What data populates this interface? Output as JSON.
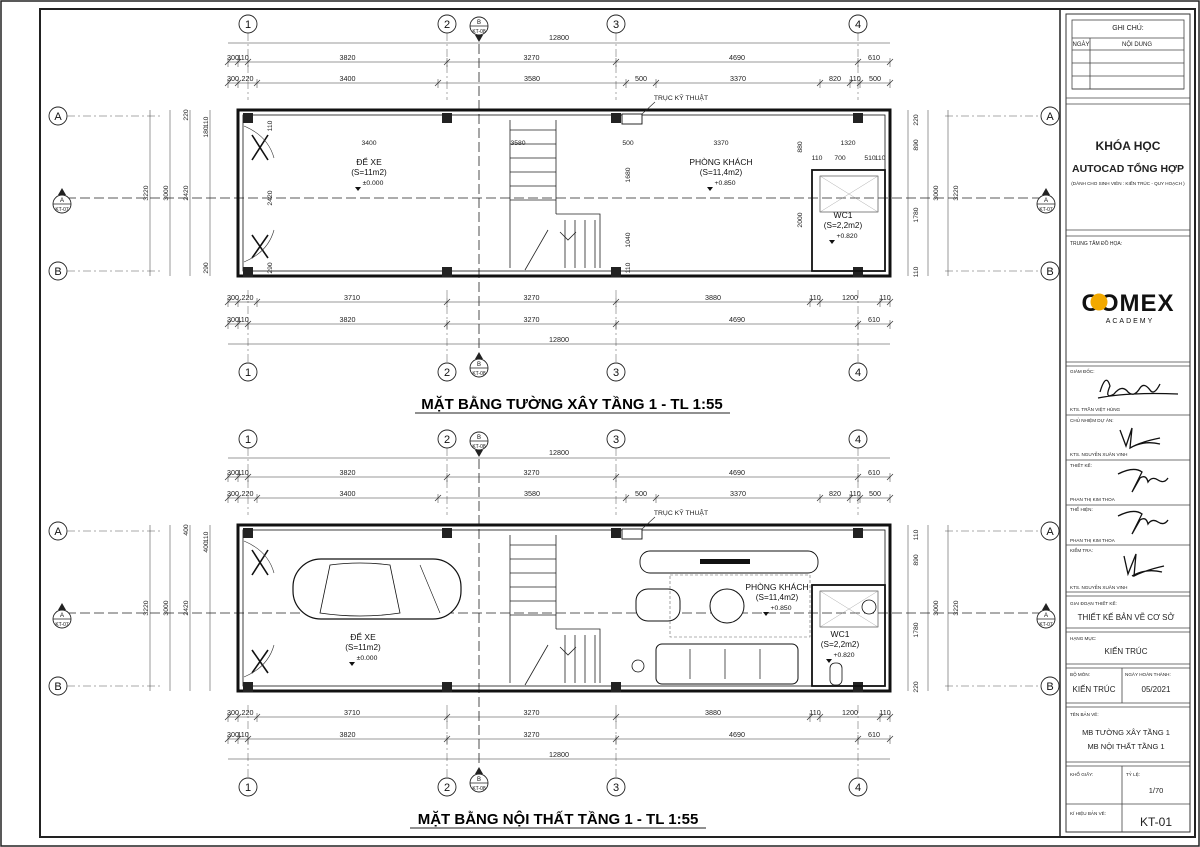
{
  "plans": [
    {
      "title": "MẶT BẰNG TƯỜNG XÂY TẦNG 1 - TL 1:55",
      "top_overall": "12800",
      "top_row1": [
        "300",
        "110",
        "3820",
        "3270",
        "4690",
        "610"
      ],
      "top_row2": [
        "300",
        "220",
        "3400",
        "3580",
        "500",
        "3370",
        "820",
        "110",
        "500"
      ],
      "bottom_row1": [
        "300",
        "220",
        "3710",
        "3270",
        "3880",
        "110",
        "1200",
        "110"
      ],
      "bottom_row2": [
        "300",
        "110",
        "3820",
        "3270",
        "4690",
        "610"
      ],
      "bottom_overall": "12800",
      "left_dims": [
        "3220",
        "3000",
        "2420",
        "110",
        "180",
        "220",
        "290"
      ],
      "right_dims": [
        "3220",
        "3000",
        "1780",
        "890",
        "220",
        "110"
      ],
      "inner_dims": [
        "3400",
        "3580",
        "500",
        "3370",
        "1320",
        "110",
        "700",
        "510",
        "110",
        "1680",
        "1040",
        "110",
        "880",
        "2000",
        "2420",
        "290",
        "110"
      ],
      "rooms": [
        {
          "name": "ĐỂ XE",
          "area": "(S=11m2)",
          "level": "±0.000"
        },
        {
          "name": "PHÒNG KHÁCH",
          "area": "(S=11,4m2)",
          "level": "+0.850"
        },
        {
          "name": "WC1",
          "area": "(S=2,2m2)",
          "level": "+0.820"
        }
      ],
      "shaft_label": "TRỤC KỸ THUẬT",
      "furnished": false
    },
    {
      "title": "MẶT BẰNG NỘI THẤT TẦNG 1 - TL 1:55",
      "top_overall": "12800",
      "top_row1": [
        "300",
        "110",
        "3820",
        "3270",
        "4690",
        "610"
      ],
      "top_row2": [
        "300",
        "220",
        "3400",
        "3580",
        "500",
        "3370",
        "820",
        "110",
        "500"
      ],
      "bottom_row1": [
        "300",
        "220",
        "3710",
        "3270",
        "3880",
        "110",
        "1200",
        "110"
      ],
      "bottom_row2": [
        "300",
        "110",
        "3820",
        "3270",
        "4690",
        "610"
      ],
      "bottom_overall": "12800",
      "left_dims": [
        "3220",
        "3000",
        "2420",
        "110",
        "400",
        "400"
      ],
      "right_dims": [
        "3220",
        "3000",
        "1780",
        "890",
        "110",
        "220"
      ],
      "inner_dims": [],
      "rooms": [
        {
          "name": "ĐỂ XE",
          "area": "(S=11m2)",
          "level": "±0.000"
        },
        {
          "name": "PHÒNG KHÁCH",
          "area": "(S=11,4m2)",
          "level": "+0.850"
        },
        {
          "name": "WC1",
          "area": "(S=2,2m2)",
          "level": "+0.820"
        }
      ],
      "shaft_label": "TRỤC KỸ THUẬT",
      "furnished": true
    }
  ],
  "axes": {
    "columns": [
      "1",
      "2",
      "3",
      "4"
    ],
    "rows": [
      "A",
      "B"
    ],
    "section_marks": [
      {
        "letter": "B",
        "code": "KT-08"
      },
      {
        "letter": "A",
        "code": "KT-07"
      }
    ]
  },
  "title_block": {
    "notes_title": "GHI CHÚ:",
    "notes_col_date": "NGÀY",
    "notes_col_content": "NỘI DUNG",
    "course_line1": "KHÓA HỌC",
    "course_line2": "AUTOCAD TỔNG HỢP",
    "course_line3": "(DÀNH CHO SINH VIÊN : KIẾN TRÚC - QUY HOẠCH )",
    "center_label": "TRUNG TÂM ĐỒ HỌA:",
    "logo_text": "COMEX",
    "logo_sub": "ACADEMY",
    "director_label": "GIÁM ĐỐC:",
    "director_name": "KTS. TRẦN VIỆT HÙNG",
    "pm_label": "CHỦ NHIỆM DỰ ÁN:",
    "pm_name": "KTS. NGUYỄN XUÂN VINH",
    "designer_label": "THIẾT KẾ:",
    "designer_name": "PHAN THỊ KIM THOA",
    "drafter_label": "THỂ HIỆN:",
    "drafter_name": "PHAN THỊ KIM THOA",
    "checker_label": "KIỂM TRA:",
    "checker_name": "KTS. NGUYỄN XUÂN VINH",
    "phase_label": "GIAI ĐOẠN THIẾT KẾ:",
    "phase_value": "THIẾT KẾ BẢN VẼ CƠ SỞ",
    "item_label": "HẠNG MỤC:",
    "item_value": "KIẾN TRÚC",
    "dept_label": "BỘ MÔN:",
    "dept_value": "KIẾN TRÚC",
    "date_label": "NGÀY HOÀN THÀNH:",
    "date_value": "05/2021",
    "drawing_name_label": "TÊN BẢN VẼ:",
    "drawing_name_line1": "MB TƯỜNG XÂY TẦNG 1",
    "drawing_name_line2": "MB NỘI THẤT TẦNG 1",
    "paper_label": "KHỔ GIẤY:",
    "scale_label": "TỶ LỆ:",
    "scale_value": "1/70",
    "sheet_code_label": "KÍ HIỆU BẢN VẼ:",
    "sheet_code_value": "KT-01"
  }
}
